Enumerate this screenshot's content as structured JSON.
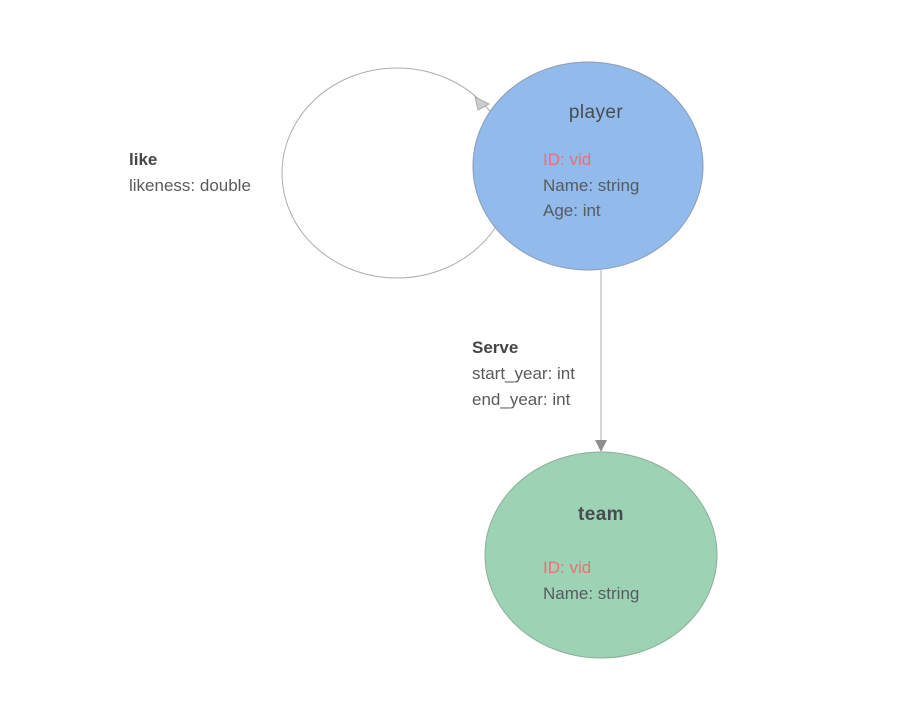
{
  "nodes": [
    {
      "id": "player",
      "title": "player",
      "fill": "#92BAEB",
      "stroke": "#8B9BB5",
      "properties": [
        {
          "text": "ID: vid",
          "emphasis": "id"
        },
        {
          "text": "Name: string"
        },
        {
          "text": "Age: int"
        }
      ]
    },
    {
      "id": "team",
      "title": "team",
      "fill": "#9DD3B4",
      "stroke": "#8CAE9A",
      "properties": [
        {
          "text": "ID: vid",
          "emphasis": "id"
        },
        {
          "text": "Name: string"
        }
      ]
    }
  ],
  "edges": [
    {
      "label": "like",
      "source": "player",
      "target": "player",
      "shape": "self-loop",
      "properties": [
        "likeness: double"
      ]
    },
    {
      "label": "Serve",
      "source": "player",
      "target": "team",
      "shape": "straight-arrow",
      "properties": [
        "start_year: int",
        "end_year: int"
      ]
    }
  ],
  "colors": {
    "background": "#FFFFFF",
    "player_fill": "#92BAEB",
    "player_stroke": "#8B9BB5",
    "team_fill": "#9DD3B4",
    "team_stroke": "#8CAE9A",
    "id_text": "#EE6E73",
    "title_text": "#474C52",
    "property_text": "#565B61",
    "edge_label_text": "#474747",
    "edge_property_text": "#5A5A5A",
    "edge_line": "#ACACAC",
    "loop_arrowhead_fill": "#CDCDCD",
    "serve_arrowhead_fill": "#8F8F8F"
  }
}
